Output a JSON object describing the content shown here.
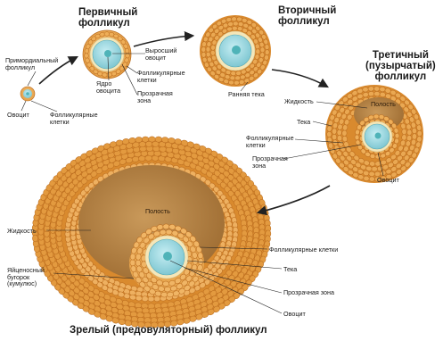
{
  "stages": {
    "primary_title": "Первичный\nфолликул",
    "secondary_title": "Вторичный\nфолликул",
    "tertiary_title": "Третичный\n(пузырчатый)\nфолликул",
    "mature_title": "Зрелый (предовуляторный) фолликул"
  },
  "primordial": {
    "title": "Примордиальный\nфолликул",
    "oocyte": "Овоцит",
    "follicular_cells": "Фолликулярные\nклетки"
  },
  "primary": {
    "grown_oocyte": "Выросший\nовоцит",
    "follicular_cells": "Фолликулярные\nклетки",
    "oocyte_nucleus": "Ядро\nовоцита",
    "zona": "Прозрачная\nзона"
  },
  "secondary": {
    "early_theca": "Ранняя тека"
  },
  "tertiary": {
    "fluid": "Жидкость",
    "cavity": "Полость",
    "theca": "Тека",
    "follicular_cells": "Фолликулярные\nклетки",
    "zona": "Прозрачная\nзона",
    "oocyte": "Овоцит"
  },
  "mature": {
    "cavity": "Полость",
    "fluid": "Жидкость",
    "follicular_cells": "Фолликулярные клетки",
    "theca": "Тека",
    "cumulus": "Яйценосный\nбугорок\n(кумулюс)",
    "zona": "Прозрачная зона",
    "oocyte": "Овоцит"
  },
  "colors": {
    "granulosa": "#e9a44b",
    "theca": "#d98a2e",
    "cell_outline": "#b86a1e",
    "zona": "#f5e6b8",
    "ooplasm": "#9fd6df",
    "nucleus": "#4fb3b8",
    "cavity": "#b9874a",
    "arrow": "#222222"
  }
}
